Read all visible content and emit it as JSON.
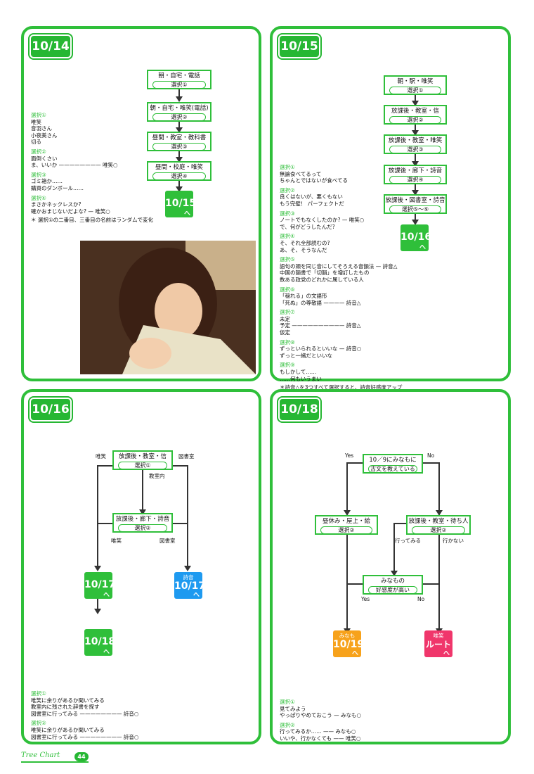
{
  "p1014": {
    "date": "10/14",
    "nodes": [
      {
        "t": "朝・自宅・電話",
        "s": "選択①"
      },
      {
        "t": "朝・自宅・唯笑(電話)",
        "s": "選択②"
      },
      {
        "t": "昼間・教室・教科書",
        "s": "選択③"
      },
      {
        "t": "昼間・校庭・唯笑",
        "s": "選択④"
      }
    ],
    "dest": "10/15",
    "notes": [
      {
        "h": "選択①",
        "lines": [
          "唯笑",
          "音羽さん",
          "小夜美さん",
          "切る"
        ]
      },
      {
        "h": "選択②",
        "lines": [
          "面倒くさい",
          "ま、いいか ———————— 唯笑○"
        ]
      },
      {
        "h": "選択③",
        "lines": [
          "ゴミ箱か……",
          "購買のダンボール……"
        ]
      },
      {
        "h": "選択④",
        "lines": [
          "まさかネックレスか?",
          "確かおまじないだよな? — 唯笑○"
        ]
      }
    ],
    "footnote": "＊ 選択①の二番目、三番目の名前はランダムで変化"
  },
  "p1015": {
    "date": "10/15",
    "nodes": [
      {
        "t": "朝・駅・唯笑",
        "s": "選択①"
      },
      {
        "t": "放課後・教室・信",
        "s": "選択②"
      },
      {
        "t": "放課後・教室・唯笑",
        "s": "選択③"
      },
      {
        "t": "放課後・廊下・詩音",
        "s": "選択④"
      },
      {
        "t": "放課後・図書室・詩音",
        "s": "選択⑤〜⑨"
      }
    ],
    "dest": "10/16",
    "notes": [
      {
        "h": "選択①",
        "lines": [
          "無論食べてるって",
          "ちゃんとではないが食べてる"
        ]
      },
      {
        "h": "選択②",
        "lines": [
          "良くはないが、悪くもない",
          "もう完璧！ パーフェクトだ"
        ]
      },
      {
        "h": "選択③",
        "lines": [
          "ノートでもなくしたのか? — 唯笑○",
          "で、何がどうしたんだ?"
        ]
      },
      {
        "h": "選択④",
        "lines": [
          "そ、それ全部読むの?",
          "あ、そ、そうなんだ"
        ]
      },
      {
        "h": "選択⑤",
        "lines": [
          "語句の頭を同じ音にしてそろえる音韻法 — 詩音△",
          "中国の韻書で「切韻」を増訂したもの",
          "数ある政党のどれかに属している人"
        ]
      },
      {
        "h": "選択⑥",
        "lines": [
          "「穏れる」の文語形",
          "「死ぬ」の尊敬語 ———— 詩音△"
        ]
      },
      {
        "h": "選択⑦",
        "lines": [
          "未定",
          "予定 —————————— 詩音△",
          "仮定"
        ]
      },
      {
        "h": "選択⑧",
        "lines": [
          "ずっといられるといいな — 詩音○",
          "ずっと一緒だといいな"
        ]
      },
      {
        "h": "選択⑨",
        "lines": [
          "もしかして……",
          "……何もいうまい"
        ]
      }
    ],
    "footnote": "＊詩音△を3つすべて選択すると、詩音好感度アップ"
  },
  "p1016": {
    "date": "10/16",
    "nodes": [
      {
        "t": "放課後・教室・信",
        "s": "選択①"
      },
      {
        "t": "放課後・廊下・詩音",
        "s": "選択②"
      }
    ],
    "labels": {
      "yue1": "唯笑",
      "lib1": "図書室",
      "class": "教室内",
      "yue2": "唯笑",
      "lib2": "図書室"
    },
    "dest_a": "10/17",
    "dest_b_top": "詩音",
    "dest_b": "10/17",
    "dest_c": "10/18",
    "notes": [
      {
        "h": "選択①",
        "lines": [
          "唯笑に余りがあるか聞いてみる",
          "教室内に残された辞書を探す",
          "図書室に行ってみる ———————— 詩音○"
        ]
      },
      {
        "h": "選択②",
        "lines": [
          "唯笑に余りがあるか聞いてみる",
          "図書室に行ってみる ———————— 詩音○"
        ]
      }
    ]
  },
  "p1018": {
    "date": "10/18",
    "q1": {
      "t1": "10／9にみなもに",
      "t2": "古文を教えている"
    },
    "yes": "Yes",
    "no": "No",
    "nodes": [
      {
        "t": "昼休み・屋上・絵",
        "s": "選択②"
      },
      {
        "t": "放課後・教室・待ち人",
        "s": "選択②"
      }
    ],
    "go": "行ってみる",
    "nogo": "行かない",
    "q2": {
      "t1": "みなもの",
      "t2": "好感度が高い"
    },
    "yes2": "Yes",
    "no2": "No",
    "dest_a_top": "みなも",
    "dest_a": "10/19",
    "dest_b_top": "唯笑",
    "dest_b": "ルート",
    "notes": [
      {
        "h": "選択①",
        "lines": [
          "見てみよう",
          "やっぱりやめておこう — みなも○"
        ]
      },
      {
        "h": "選択②",
        "lines": [
          "行ってみるか…… —— みなも○",
          "いいや、行かなくても —— 唯笑○"
        ]
      }
    ]
  },
  "footer": {
    "title": "Tree Chart",
    "page": "44"
  },
  "colors": {
    "green": "#2fbf3a",
    "blue": "#1e9af0",
    "orange": "#f7a21b",
    "pink": "#f0366b"
  }
}
